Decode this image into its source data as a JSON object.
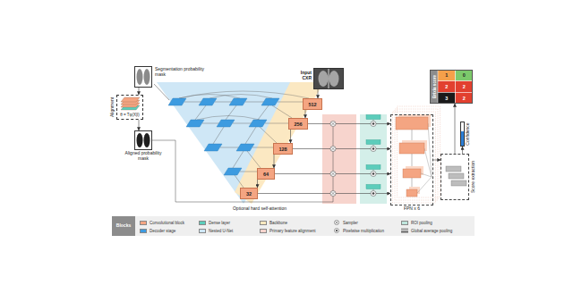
{
  "diagram": {
    "nodes": [
      {
        "text": [
          "Segmentation probability mask"
        ]
      },
      {
        "text": [
          "Alignment",
          "θ = Tφ(X|I)"
        ]
      },
      {
        "text": [
          "Aligned probability mask"
        ]
      },
      {
        "text": [
          "Input CXR"
        ]
      },
      {
        "text": [
          "512"
        ]
      },
      {
        "text": [
          "256"
        ]
      },
      {
        "text": [
          "128"
        ]
      },
      {
        "text": [
          "64"
        ]
      },
      {
        "text": [
          "32"
        ]
      },
      {
        "text": [
          "FPN x 6"
        ]
      },
      {
        "text": [
          "Score extraction"
        ]
      },
      {
        "text": [
          "Confidence"
        ]
      },
      {
        "text": [
          "Brixia score"
        ]
      }
    ],
    "edges": [
      {
        "from": 3,
        "to": 4,
        "arrow": "to"
      },
      {
        "from": 4,
        "to": 5,
        "arrow": "to"
      },
      {
        "from": 5,
        "to": 6,
        "arrow": "to"
      },
      {
        "from": 6,
        "to": 7,
        "arrow": "to"
      },
      {
        "from": 7,
        "to": 8,
        "arrow": "to"
      },
      {
        "from": 0,
        "to": 1,
        "arrow": "to"
      },
      {
        "from": 1,
        "to": 2,
        "arrow": "to"
      },
      {
        "from": 5,
        "to": 9,
        "arrow": "to"
      },
      {
        "from": 6,
        "to": 9,
        "arrow": "to"
      },
      {
        "from": 7,
        "to": 9,
        "arrow": "to"
      },
      {
        "from": 8,
        "to": 9,
        "arrow": "to"
      },
      {
        "from": 9,
        "to": 10,
        "arrow": "to"
      },
      {
        "from": 10,
        "to": 12,
        "arrow": "to"
      },
      {
        "from": 10,
        "to": 11,
        "arrow": "to"
      }
    ],
    "labels": [
      "1",
      "0",
      "2",
      "2",
      "3",
      "2",
      "Optional hard self-attention",
      "Blocks"
    ],
    "legend": [
      {
        "text": "Convolutional block",
        "color": "#f4a582"
      },
      {
        "text": "Decoder stage",
        "color": "#3d9be0"
      },
      {
        "text": "Dense layer",
        "color": "#5ccdbb"
      },
      {
        "text": "Nested U-Net",
        "color": "#cfe7f6"
      },
      {
        "text": "Backbone",
        "color": "#fde8bf"
      },
      {
        "text": "Primary feature alignment",
        "color": "#f7d4cd"
      },
      {
        "text": "Sampler"
      },
      {
        "text": "Pixelwise multiplication"
      },
      {
        "text": "ROI pooling",
        "color": "#bfe6dd"
      },
      {
        "text": "Global average pooling"
      }
    ]
  }
}
